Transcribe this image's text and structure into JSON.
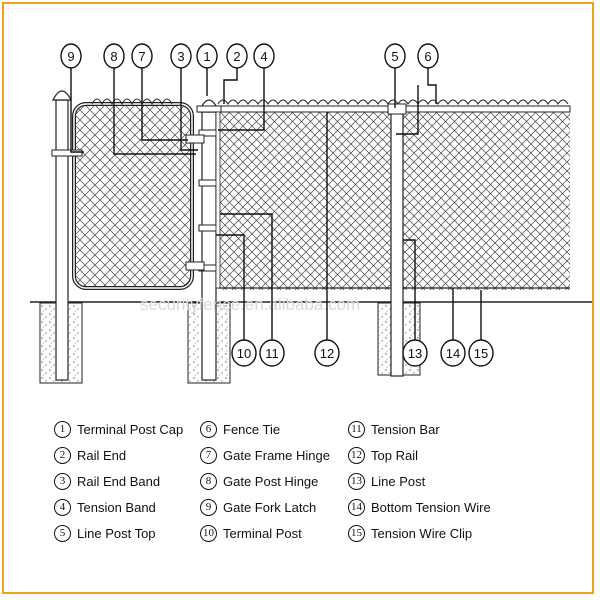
{
  "watermark": "securityfence.en.alibaba.com",
  "callouts": [
    "9",
    "8",
    "7",
    "3",
    "1",
    "2",
    "4",
    "5",
    "6",
    "10",
    "11",
    "12",
    "13",
    "14",
    "15"
  ],
  "legend": {
    "col1": [
      {
        "num": "1",
        "label": "Terminal Post Cap"
      },
      {
        "num": "2",
        "label": "Rail End"
      },
      {
        "num": "3",
        "label": "Rail End Band"
      },
      {
        "num": "4",
        "label": "Tension Band"
      },
      {
        "num": "5",
        "label": "Line Post Top"
      }
    ],
    "col2": [
      {
        "num": "6",
        "label": "Fence Tie"
      },
      {
        "num": "7",
        "label": "Gate Frame Hinge"
      },
      {
        "num": "8",
        "label": "Gate Post Hinge"
      },
      {
        "num": "9",
        "label": "Gate Fork Latch"
      },
      {
        "num": "10",
        "label": "Terminal Post"
      }
    ],
    "col3": [
      {
        "num": "11",
        "label": "Tension Bar"
      },
      {
        "num": "12",
        "label": "Top Rail"
      },
      {
        "num": "13",
        "label": "Line Post"
      },
      {
        "num": "14",
        "label": "Bottom Tension Wire"
      },
      {
        "num": "15",
        "label": "Tension Wire Clip"
      }
    ]
  }
}
